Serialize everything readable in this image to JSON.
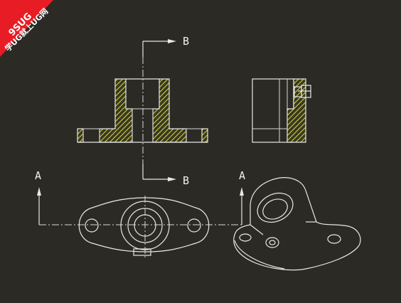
{
  "watermark": {
    "line1": "9SUG",
    "line2": "学UG就上UG网",
    "color": "#e81c24"
  },
  "labels": {
    "section_b_top": "B",
    "section_b_bottom": "B",
    "section_a_left": "A",
    "section_a_right": "A"
  },
  "colors": {
    "background": "#2b2a25",
    "lines": "#e8e8e8",
    "hatch": "#d8d84a"
  }
}
